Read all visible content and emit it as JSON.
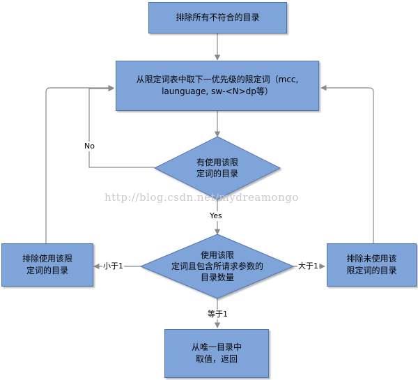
{
  "nodes": {
    "start": "排除所有不符合的目录",
    "pick_line1": "从限定词表中取下一优先级的限定词（mcc,",
    "pick_line2": "launguage, sw-<N>dp等）",
    "check_line1": "有使用该限",
    "check_line2": "定词的目录",
    "count_line1": "使用该限",
    "count_line2": "定词且包含所请求参数的",
    "count_line3": "目录数量",
    "exclude_used_line1": "排除使用该限",
    "exclude_used_line2": "定词的目录",
    "exclude_unused_line1": "排除未使用该",
    "exclude_unused_line2": "限定词的目录",
    "end_line1": "从唯一目录中",
    "end_line2": "取值，返回"
  },
  "edges": {
    "no": "No",
    "yes": "Yes",
    "less_than": "小于1",
    "greater_than": "大于1",
    "equal": "等于1"
  },
  "watermark": "http://blog.csdn.net/mydreamongo",
  "colors": {
    "box_fill": "#7fa4d9",
    "box_border": "#4e74ad",
    "connector": "#8a8a8a",
    "watermark": "#c9c9c9"
  }
}
